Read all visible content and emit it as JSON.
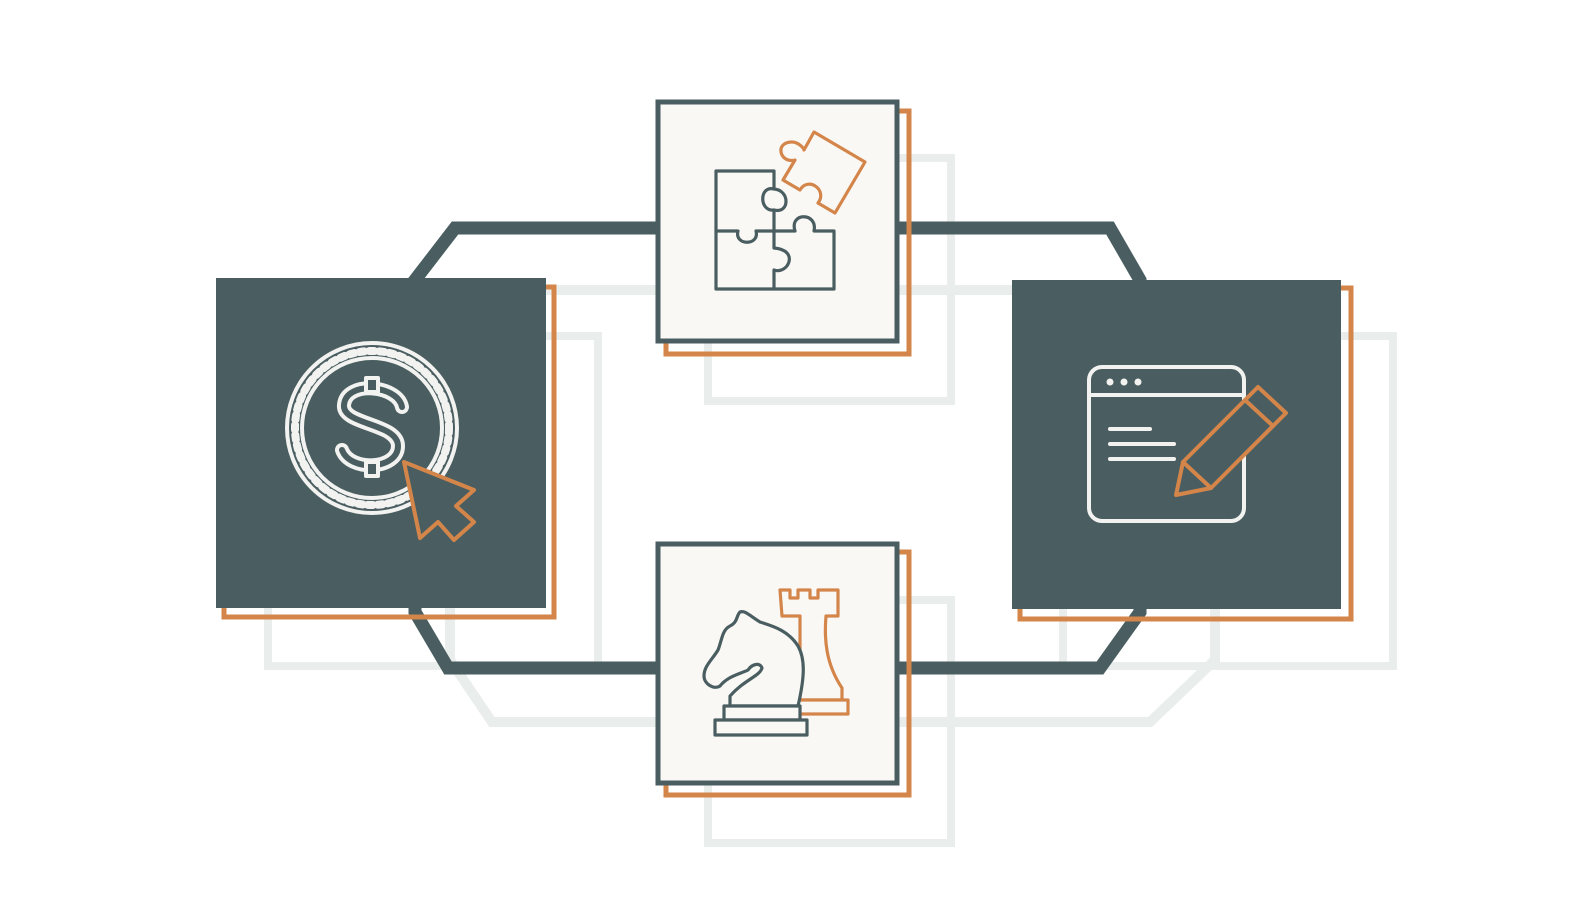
{
  "colors": {
    "background": "#ffffff",
    "primary": "#4a5e61",
    "accent": "#d3854a",
    "light_fill": "#faf8f5",
    "shadow": "#e9edec",
    "icon_on_dark": "#f2f2f0"
  },
  "nodes": [
    {
      "id": "left",
      "style": "dark",
      "icon": "coin-dollar-cursor-icon"
    },
    {
      "id": "top",
      "style": "light",
      "icon": "puzzle-pieces-icon"
    },
    {
      "id": "right",
      "style": "dark",
      "icon": "browser-window-pencil-icon"
    },
    {
      "id": "bottom",
      "style": "light",
      "icon": "chess-knight-rook-icon"
    }
  ],
  "connector": {
    "shape": "hexagon-loop",
    "joins": [
      "left",
      "top",
      "right",
      "bottom"
    ]
  }
}
